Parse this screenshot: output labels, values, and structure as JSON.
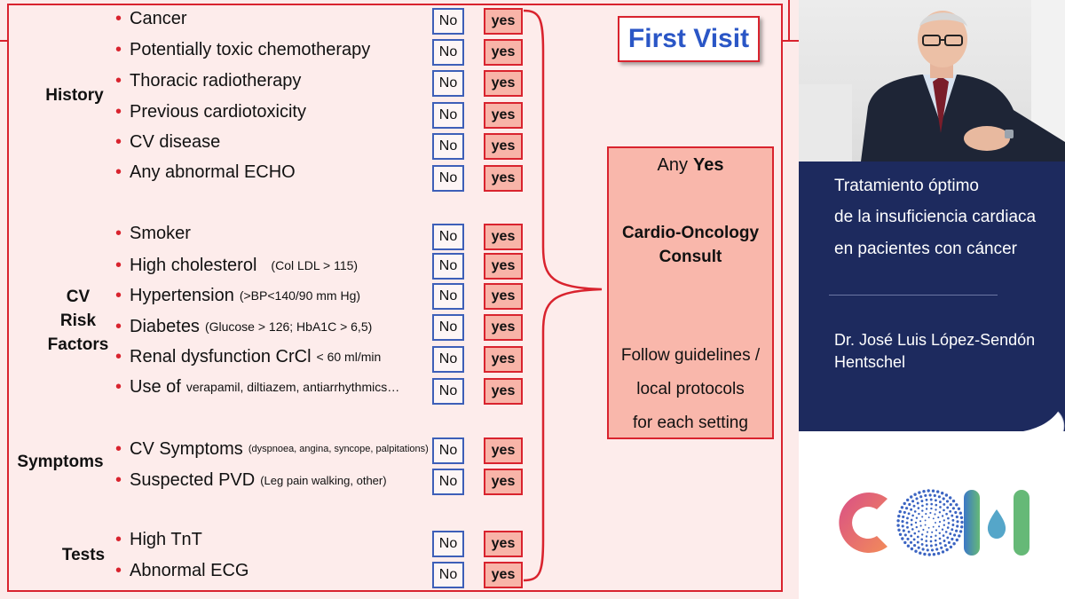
{
  "slide": {
    "title": "First Visit",
    "no_label": "No",
    "yes_label": "yes",
    "groups": [
      {
        "label": "History",
        "items": [
          {
            "main": "Cancer",
            "note": ""
          },
          {
            "main": "Potentially toxic chemotherapy",
            "note": ""
          },
          {
            "main": "Thoracic radiotherapy",
            "note": ""
          },
          {
            "main": "Previous cardiotoxicity",
            "note": ""
          },
          {
            "main": "CV disease",
            "note": ""
          },
          {
            "main": "Any abnormal ECHO",
            "note": ""
          }
        ]
      },
      {
        "label_lines": [
          "CV",
          "Risk",
          "Factors"
        ],
        "items": [
          {
            "main": "Smoker",
            "note": ""
          },
          {
            "main": "High cholesterol",
            "note": "(Col LDL > 115)"
          },
          {
            "main": "Hypertension",
            "note": "(>BP<140/90 mm Hg)"
          },
          {
            "main": "Diabetes",
            "note": "(Glucose > 126; HbA1C > 6,5)"
          },
          {
            "main": "Renal dysfunction CrCl",
            "note": "< 60 ml/min"
          },
          {
            "main": "Use of",
            "note": "verapamil, diltiazem, antiarrhythmics…"
          }
        ]
      },
      {
        "label": "Symptoms",
        "items": [
          {
            "main": "CV Symptoms",
            "note": "(dyspnoea, angina, syncope, palpitations)"
          },
          {
            "main": "Suspected PVD",
            "note": "(Leg pain walking, other)"
          }
        ]
      },
      {
        "label": "Tests",
        "items": [
          {
            "main": "High TnT",
            "note": ""
          },
          {
            "main": "Abnormal ECG",
            "note": ""
          }
        ]
      }
    ],
    "result": {
      "any": "Any",
      "yes": "Yes",
      "consult": "Cardio-Oncology Consult",
      "consult_lines": [
        "Cardio-Oncology",
        "Consult"
      ],
      "follow_lines": [
        "Follow guidelines /",
        "local protocols",
        "for each setting"
      ]
    }
  },
  "sidebar": {
    "talk_title_lines": [
      "Tratamiento óptimo",
      "de la insuficiencia cardiaca",
      "en pacientes con cáncer"
    ],
    "speaker_lines": [
      "Dr. José Luis López-Sendón",
      "Hentschel"
    ]
  },
  "colors": {
    "accent_red": "#d9232e",
    "title_blue": "#2a56c6",
    "no_border": "#3d5fb8",
    "yes_fill": "#f8b4a8",
    "info_bg": "#1d2a5e",
    "logo_pink": "#d94f86",
    "logo_blue": "#2a56c6",
    "logo_green": "#66b977"
  },
  "icons": {
    "brace": "curly-brace-icon",
    "logo": "com-logo-icon"
  }
}
